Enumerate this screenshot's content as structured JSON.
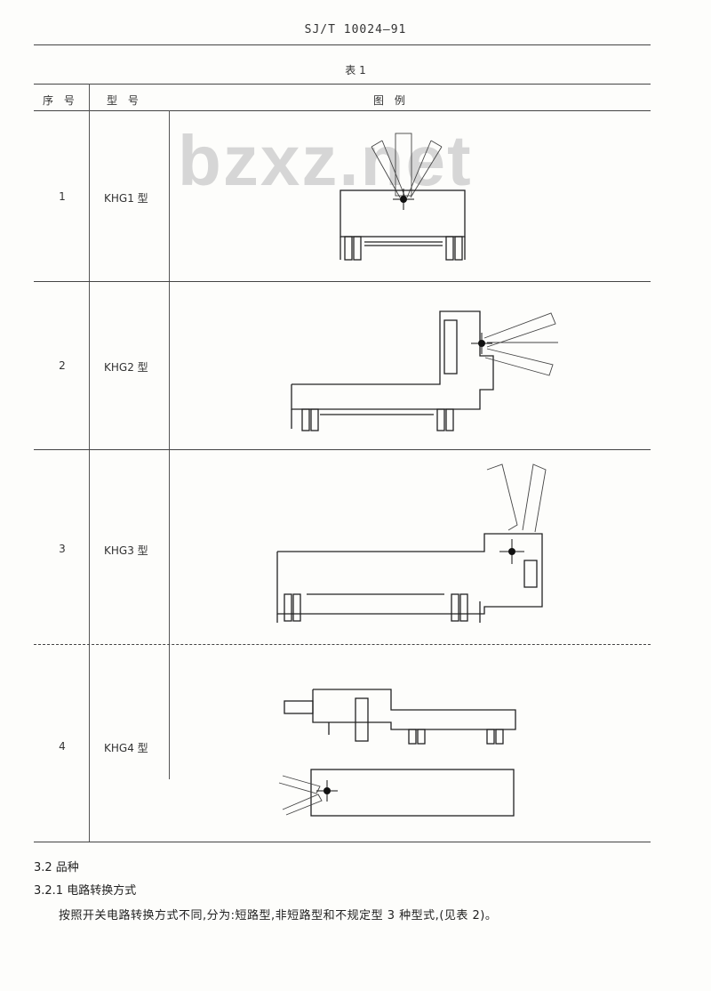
{
  "header": {
    "standard_no": "SJ/T 10024—91"
  },
  "table": {
    "caption": "表 1",
    "columns": {
      "no": "序 号",
      "model": "型 号",
      "figure": "图 例"
    },
    "rows": [
      {
        "no": "1",
        "model": "KHG1 型"
      },
      {
        "no": "2",
        "model": "KHG2 型"
      },
      {
        "no": "3",
        "model": "KHG3 型"
      },
      {
        "no": "4",
        "model": "KHG4 型"
      }
    ]
  },
  "watermark": "bzxz.net",
  "sections": {
    "s32": "3.2  品种",
    "s321": "3.2.1  电路转换方式",
    "s321_text": "按照开关电路转换方式不同,分为:短路型,非短路型和不规定型 3 种型式,(见表 2)。"
  }
}
